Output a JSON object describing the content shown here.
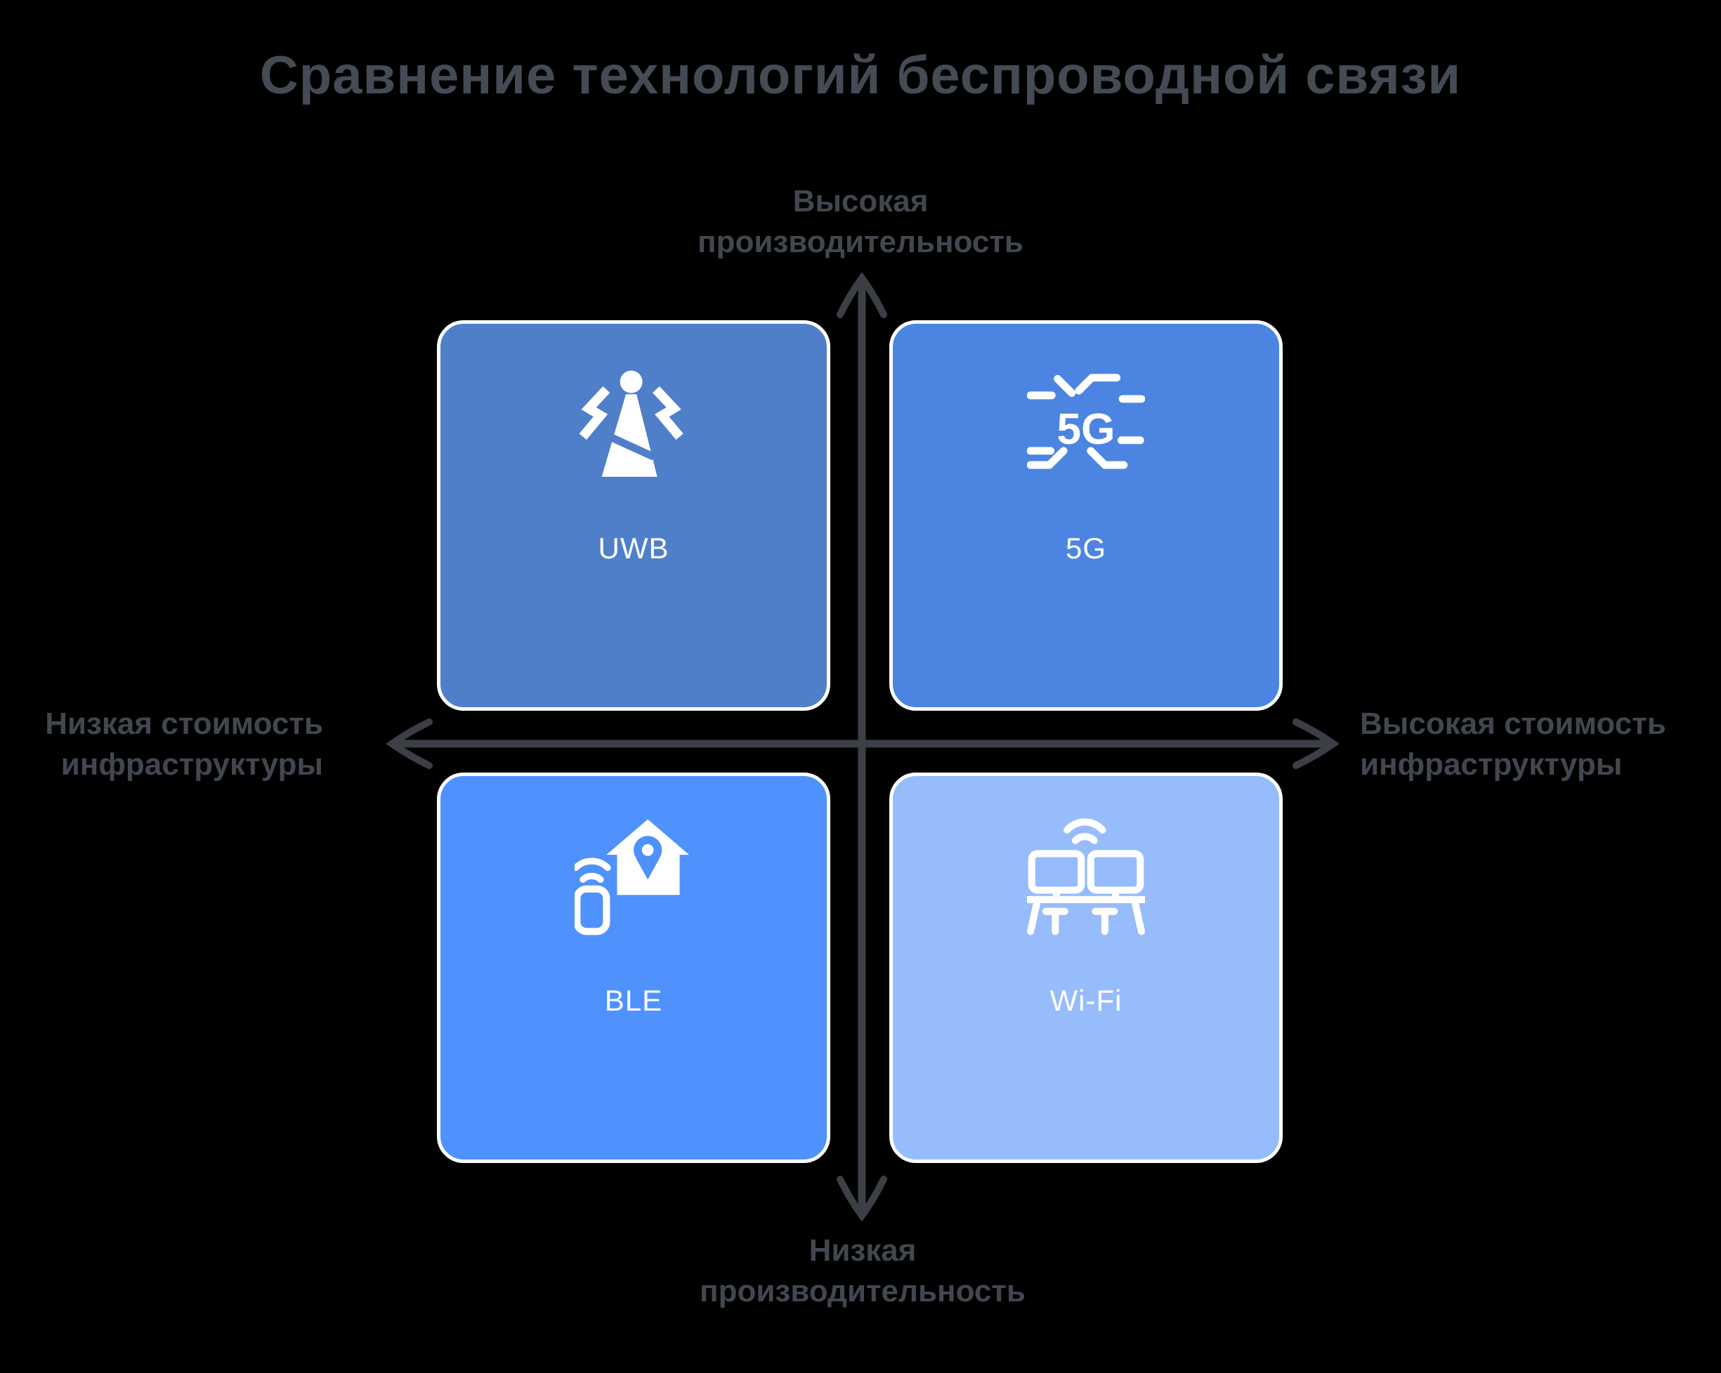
{
  "title": "Сравнение технологий беспроводной связи",
  "axis_labels": {
    "top": {
      "line1": "Высокая",
      "line2": "производительность"
    },
    "bottom": {
      "line1": "Низкая",
      "line2": "производительность"
    },
    "left": {
      "line1": "Низкая стоимость",
      "line2": "инфраструктуры"
    },
    "right": {
      "line1": "Высокая стоимость",
      "line2": "инфраструктуры"
    }
  },
  "quadrants": [
    {
      "position": "top-left",
      "label": "UWB",
      "icon": "radio-tower-icon",
      "color": "#507fca"
    },
    {
      "position": "top-right",
      "label": "5G",
      "icon": "5g-network-icon",
      "color": "#4c84e2",
      "icon_text": "5G"
    },
    {
      "position": "bottom-left",
      "label": "BLE",
      "icon": "smart-home-beacon-icon",
      "color": "#4f92fd"
    },
    {
      "position": "bottom-right",
      "label": "Wi-Fi",
      "icon": "computers-wifi-icon",
      "color": "#97bcfc"
    }
  ],
  "colors": {
    "background": "#000000",
    "axis": "#3c4046",
    "title_text": "#454b55",
    "axis_label_text": "#42474f",
    "card_label_text": "#ffffff",
    "card_border": "#ffffff"
  }
}
